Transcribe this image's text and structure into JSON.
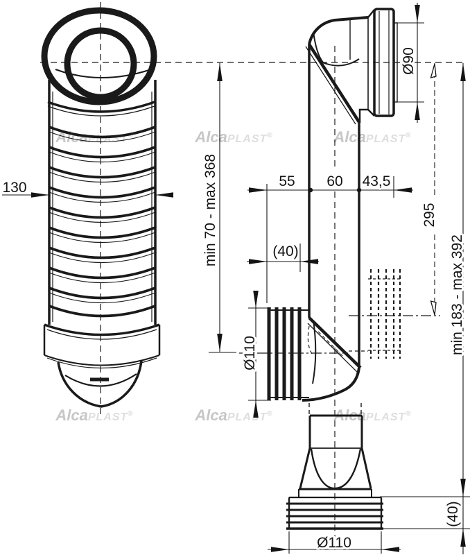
{
  "dimensions": {
    "front_width": "130",
    "inlet_height_range": "min 70 - max 368",
    "offset_left": "55",
    "tube_diameter": "60",
    "offset_right": "43,5",
    "outlet_top_diameter": "Ø90",
    "alt_outlet_height": "295",
    "total_height_range": "min 183 - max 392",
    "outlet_socket_length": "(40)",
    "outlet_socket_diameter": "Ø110",
    "base_socket_diameter": "Ø110",
    "base_socket_height": "(40)"
  },
  "watermark": {
    "alca": "Alca",
    "plast": "PLAST",
    "reg": "®"
  }
}
